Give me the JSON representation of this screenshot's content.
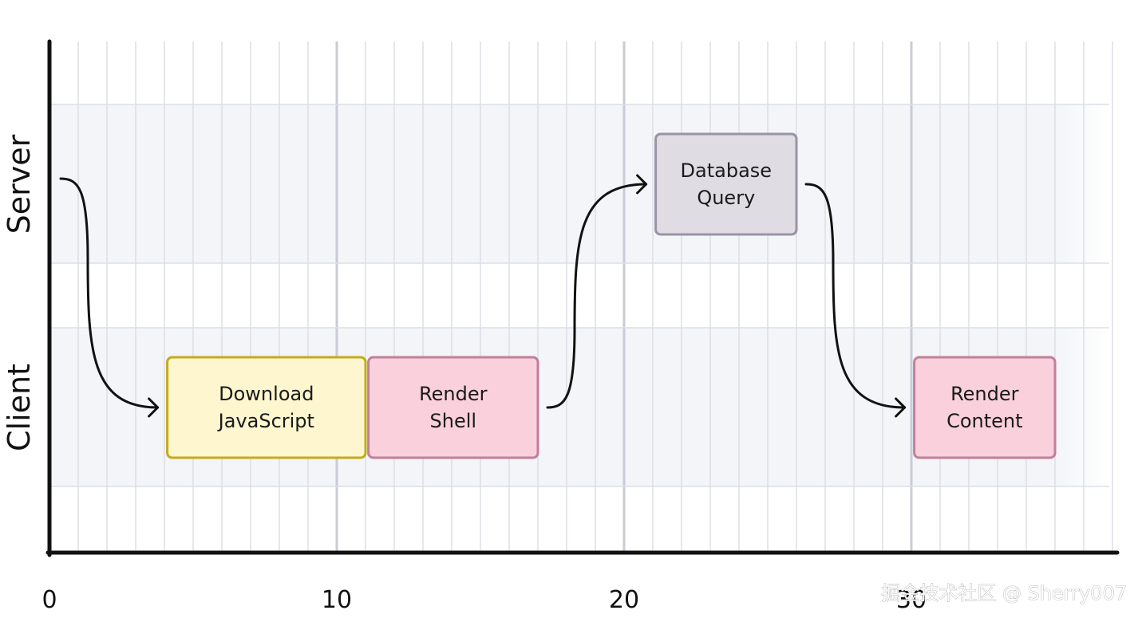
{
  "lanes": [
    {
      "id": "server",
      "label": "Server"
    },
    {
      "id": "client",
      "label": "Client"
    }
  ],
  "axis": {
    "ticks": [
      "0",
      "10",
      "20",
      "30"
    ],
    "range": [
      0,
      37
    ]
  },
  "steps": [
    {
      "id": "download-javascript",
      "lane": "client",
      "lines": [
        "Download",
        "JavaScript"
      ],
      "start": 4.1,
      "end": 11.0,
      "fill": "#fdf6cf",
      "stroke": "#c4ab1c"
    },
    {
      "id": "render-shell",
      "lane": "client",
      "lines": [
        "Render",
        "Shell"
      ],
      "start": 11.1,
      "end": 17.0,
      "fill": "#f9d0dc",
      "stroke": "#c0809a"
    },
    {
      "id": "database-query",
      "lane": "server",
      "lines": [
        "Database",
        "Query"
      ],
      "start": 21.1,
      "end": 26.0,
      "fill": "#dfdce3",
      "stroke": "#9a93a6"
    },
    {
      "id": "render-content",
      "lane": "client",
      "lines": [
        "Render",
        "Content"
      ],
      "start": 30.1,
      "end": 35.0,
      "fill": "#f9d0dc",
      "stroke": "#c0809a"
    }
  ],
  "flow": [
    {
      "from": "start",
      "to": "download-javascript"
    },
    {
      "from": "render-shell",
      "to": "database-query"
    },
    {
      "from": "database-query",
      "to": "render-content"
    }
  ],
  "watermark": "掘金技术社区 @ Sherry007",
  "colors": {
    "lane_band": "#f3f5f8",
    "grid_minor": "#dcdfe6",
    "grid_major": "#c9ccd6",
    "axis": "#111111",
    "arrow": "#111111"
  }
}
